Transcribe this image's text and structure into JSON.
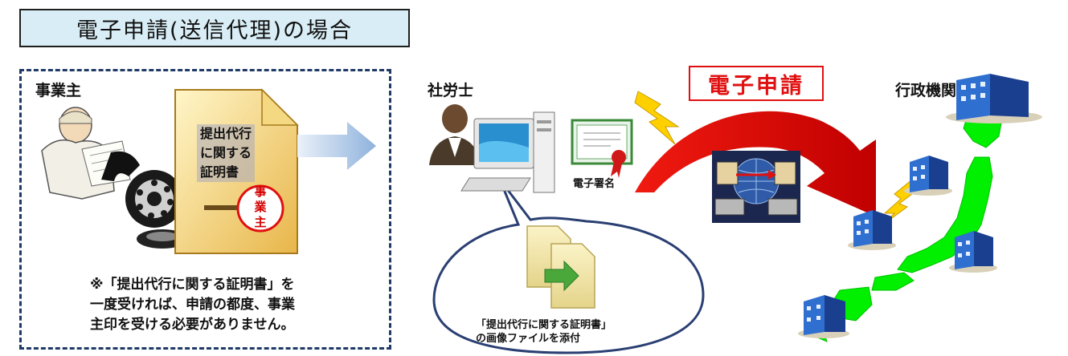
{
  "title": "電子申請(送信代理)の場合",
  "employer": {
    "label": "事業主",
    "document_lines": [
      "提出代行",
      "に関する",
      "証明書"
    ],
    "seal_chars": [
      "事",
      "業",
      "主"
    ],
    "note_lines": [
      "※「提出代行に関する証明書」を",
      "一度受ければ、申請の都度、事業",
      "主印を受ける必要がありません。"
    ]
  },
  "labor_consultant": {
    "label": "社労士",
    "signature_label": "電子署名",
    "attachment_lines": [
      "「提出代行に関する証明書」",
      "の画像ファイルを添付"
    ]
  },
  "electronic_application": {
    "label": "電子申請"
  },
  "government": {
    "label": "行政機関"
  },
  "colors": {
    "title_bg": "#d8edf5",
    "panel_border": "#1f3a66",
    "accent_red": "#e01010",
    "map_green": "#00f000"
  }
}
